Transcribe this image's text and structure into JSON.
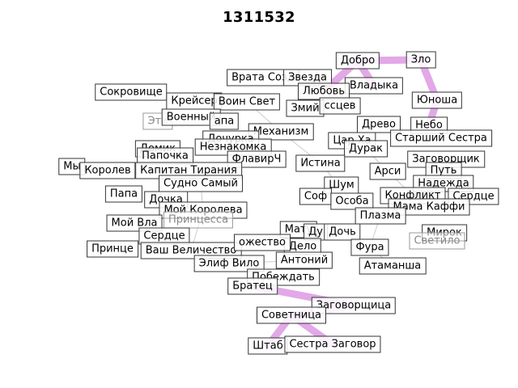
{
  "figure": {
    "title": "1311532",
    "edge_color": "#d98be0",
    "node_border_color": "#333333"
  },
  "nodes": [
    {
      "id": "dobro",
      "label": "Добро",
      "layer": "top"
    },
    {
      "id": "zlo",
      "label": "Зло",
      "layer": "top"
    },
    {
      "id": "vladyka",
      "label": "Владыка",
      "layer": "top"
    },
    {
      "id": "yunosha",
      "label": "Юноша",
      "layer": "top"
    },
    {
      "id": "nebo",
      "label": "Небо",
      "layer": "top"
    },
    {
      "id": "sokrovishche",
      "label": "Сокровище",
      "layer": "top"
    },
    {
      "id": "vrata",
      "label": "Врата Созд",
      "layer": "top"
    },
    {
      "id": "zvezda",
      "label": "Звезда",
      "layer": "top"
    },
    {
      "id": "lyubov",
      "label": "Любовь",
      "layer": "top"
    },
    {
      "id": "kreisser",
      "label": "Крейсер",
      "layer": "top"
    },
    {
      "id": "voin_svet",
      "label": "Воин Свет",
      "layer": "top"
    },
    {
      "id": "zmiy",
      "label": "Змий",
      "layer": "top"
    },
    {
      "id": "ssev",
      "label": "ссцев",
      "layer": "top"
    },
    {
      "id": "etika",
      "label": "Эти",
      "layer": "faint"
    },
    {
      "id": "voenny",
      "label": "Военный",
      "layer": "top"
    },
    {
      "id": "lapa",
      "label": "апа",
      "layer": "top"
    },
    {
      "id": "mekhanizm",
      "label": "Механизм",
      "layer": "top"
    },
    {
      "id": "drevo",
      "label": "Древо",
      "layer": "top"
    },
    {
      "id": "starshiy_sestra",
      "label": "Старший Сестра",
      "layer": "top"
    },
    {
      "id": "dochurka",
      "label": "Дочурка",
      "layer": "top"
    },
    {
      "id": "tsar",
      "label": "Цар Ха",
      "layer": "top"
    },
    {
      "id": "domik",
      "label": "Домик",
      "layer": "top"
    },
    {
      "id": "neznakomka",
      "label": "Незнакомка",
      "layer": "top"
    },
    {
      "id": "durak",
      "label": "Дурак",
      "layer": "top"
    },
    {
      "id": "zagovorshchik",
      "label": "Заговорщик",
      "layer": "top"
    },
    {
      "id": "papochka",
      "label": "Папочка",
      "layer": "top"
    },
    {
      "id": "flavirch",
      "label": "ФлавирЧ",
      "layer": "top"
    },
    {
      "id": "istina",
      "label": "Истина",
      "layer": "top"
    },
    {
      "id": "arsi",
      "label": "Арси",
      "layer": "top"
    },
    {
      "id": "put",
      "label": "Путь",
      "layer": "top"
    },
    {
      "id": "my",
      "label": "Мы",
      "layer": "top"
    },
    {
      "id": "korolev",
      "label": "Королев",
      "layer": "top"
    },
    {
      "id": "kapitan",
      "label": "Капитан Тирания",
      "layer": "top"
    },
    {
      "id": "nadezhda",
      "label": "Надежда",
      "layer": "top"
    },
    {
      "id": "sudno",
      "label": "Судно Самый",
      "layer": "top"
    },
    {
      "id": "shum",
      "label": "Шум",
      "layer": "top"
    },
    {
      "id": "papa",
      "label": "Папа",
      "layer": "top"
    },
    {
      "id": "dochka",
      "label": "Дочка",
      "layer": "top"
    },
    {
      "id": "konflikt",
      "label": "Конфликт",
      "layer": "top"
    },
    {
      "id": "serdtse_r",
      "label": "Сердце",
      "layer": "top"
    },
    {
      "id": "sof",
      "label": "Соф",
      "layer": "top"
    },
    {
      "id": "osoba",
      "label": "Особа",
      "layer": "top"
    },
    {
      "id": "moy_korol",
      "label": "Мой Королева",
      "layer": "top"
    },
    {
      "id": "mama_kaffi",
      "label": "Мама Каффи",
      "layer": "top"
    },
    {
      "id": "moy_vl",
      "label": "Мой Вла",
      "layer": "top"
    },
    {
      "id": "printsessa",
      "label": "Принцесса",
      "layer": "faint"
    },
    {
      "id": "plazma",
      "label": "Плазма",
      "layer": "top"
    },
    {
      "id": "serdtse_l",
      "label": "Сердце",
      "layer": "top"
    },
    {
      "id": "matu",
      "label": "Мату",
      "layer": "top"
    },
    {
      "id": "du",
      "label": "Ду",
      "layer": "top"
    },
    {
      "id": "doch",
      "label": "Дочь",
      "layer": "top"
    },
    {
      "id": "mirok",
      "label": "Мирок",
      "layer": "top"
    },
    {
      "id": "svetilo",
      "label": "Светило",
      "layer": "faint"
    },
    {
      "id": "printsa",
      "label": "Принце",
      "layer": "top"
    },
    {
      "id": "vash_vel",
      "label": "Ваш Величество",
      "layer": "top"
    },
    {
      "id": "delo",
      "label": "Дело",
      "layer": "top"
    },
    {
      "id": "fura",
      "label": "Фура",
      "layer": "top"
    },
    {
      "id": "ozhestvo",
      "label": "ожество",
      "layer": "top"
    },
    {
      "id": "elif",
      "label": "Элиф Вило",
      "layer": "top"
    },
    {
      "id": "antoniy",
      "label": "Антоний",
      "layer": "top"
    },
    {
      "id": "atamansha",
      "label": "Атаманша",
      "layer": "top"
    },
    {
      "id": "pobezhdat",
      "label": "Побеждать",
      "layer": "top"
    },
    {
      "id": "bratets",
      "label": "Братец",
      "layer": "top"
    },
    {
      "id": "zagovorshchitsa",
      "label": "Заговорщица",
      "layer": "top"
    },
    {
      "id": "sovetnitsa",
      "label": "Советница",
      "layer": "top"
    },
    {
      "id": "shtab",
      "label": "Штаб",
      "layer": "top"
    },
    {
      "id": "sestra_zag",
      "label": "Сестра Заговор",
      "layer": "top"
    }
  ],
  "edges": [
    [
      "dobro",
      "zlo"
    ],
    [
      "zlo",
      "yunosha"
    ],
    [
      "dobro",
      "lyubov"
    ],
    [
      "yunosha",
      "nebo"
    ],
    [
      "zagovorshchitsa",
      "sovetnitsa"
    ],
    [
      "sovetnitsa",
      "sestra_zag"
    ],
    [
      "sovetnitsa",
      "shtab"
    ],
    [
      "vladyka",
      "dobro"
    ],
    [
      "zagovorshchitsa",
      "bratets"
    ]
  ]
}
